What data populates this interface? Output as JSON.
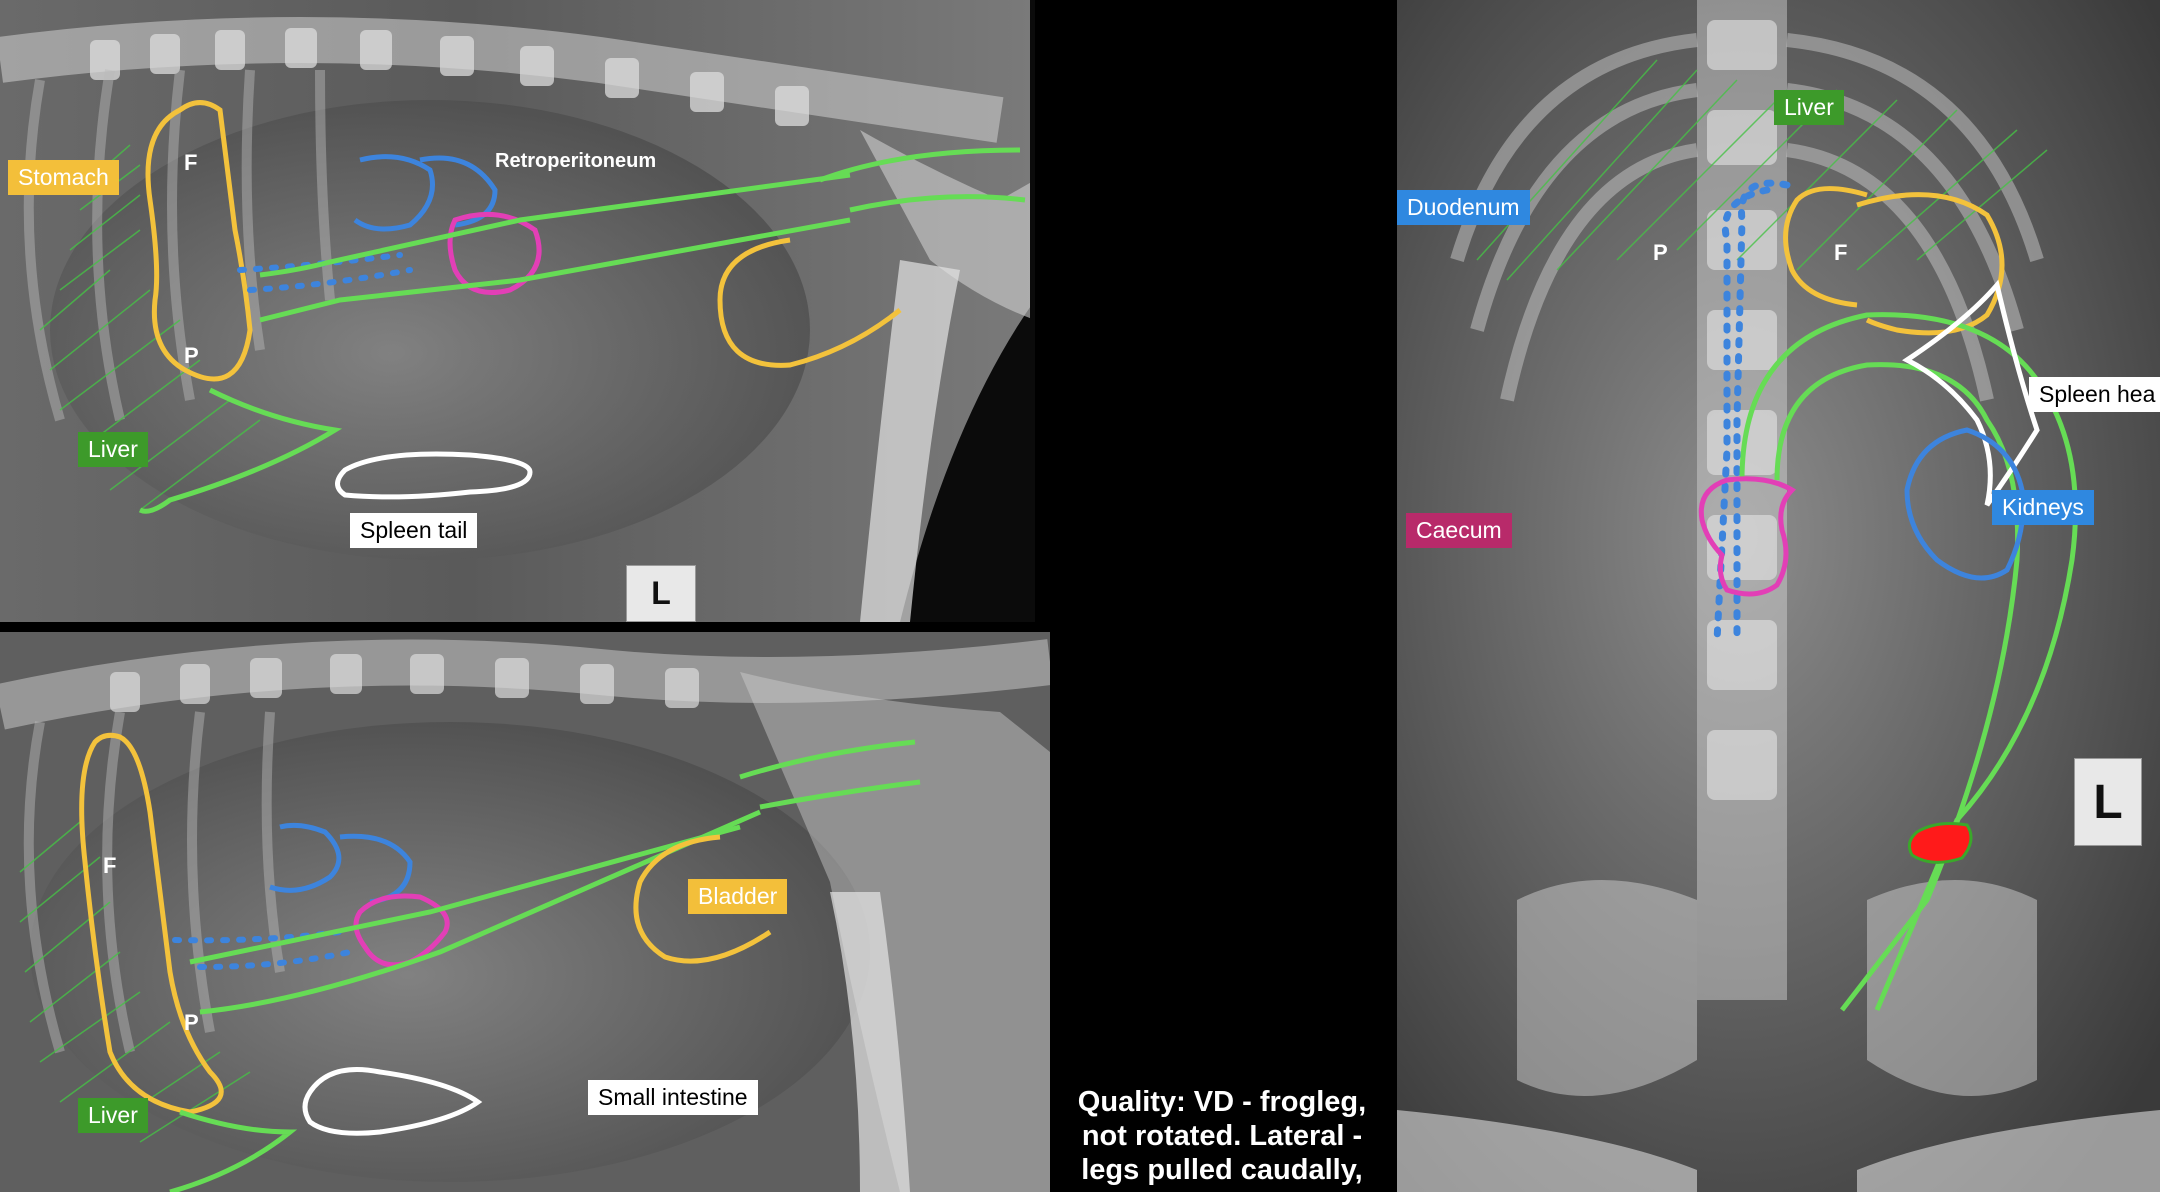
{
  "lateral_top": {
    "labels": {
      "stomach": "Stomach",
      "liver": "Liver",
      "spleen_tail": "Spleen tail",
      "retroperitoneum": "Retroperitoneum",
      "fundus": "F",
      "pylorus": "P"
    },
    "marker": "L"
  },
  "lateral_bottom": {
    "labels": {
      "bladder": "Bladder",
      "liver": "Liver",
      "small_intestine": "Small intestine",
      "fundus": "F",
      "pylorus": "P"
    }
  },
  "vd": {
    "labels": {
      "liver": "Liver",
      "duodenum": "Duodenum",
      "spleen_head": "Spleen hea",
      "kidneys": "Kidneys",
      "caecum": "Caecum",
      "pylorus": "P",
      "fundus": "F"
    },
    "marker": "L"
  },
  "quality_note": "Quality: VD - frogleg, not rotated. Lateral - legs pulled caudally,",
  "colors": {
    "stomach": "#f3c23c",
    "liver_intestine": "#66dc55",
    "duodenum_kidney": "#3d84dd",
    "caecum": "#e23fb6",
    "spleen": "#ffffff",
    "red_mark": "#ff1a1a"
  }
}
